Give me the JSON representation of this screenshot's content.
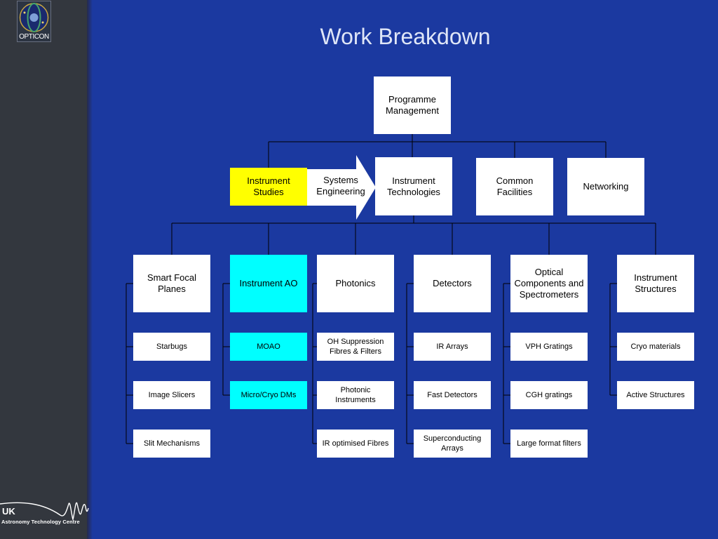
{
  "slide": {
    "title": "Work Breakdown",
    "logo_text": "OPTICON",
    "footer_logo": {
      "line1": "UK",
      "line2": "Astronomy Technology Centre"
    }
  },
  "boxes": {
    "programme": "Programme Management",
    "instrument_studies": "Instrument Studies",
    "systems_engineering": "Systems Engineering",
    "instrument_technologies": "Instrument Technologies",
    "common_facilities": "Common Facilities",
    "networking": "Networking",
    "smart_focal_planes": "Smart Focal Planes",
    "instrument_ao": "Instrument AO",
    "photonics": "Photonics",
    "detectors": "Detectors",
    "optical_components": "Optical Components and Spectrometers",
    "instrument_structures": "Instrument Structures",
    "starbugs": "Starbugs",
    "image_slicers": "Image Slicers",
    "slit_mechanisms": "Slit Mechanisms",
    "moao": "MOAO",
    "micro_cryo_dms": "Micro/Cryo DMs",
    "oh_suppression": "OH Suppression Fibres & Filters",
    "photonic_instruments": "Photonic Instruments",
    "ir_optimised_fibres": "IR optimised Fibres",
    "ir_arrays": "IR Arrays",
    "fast_detectors": "Fast Detectors",
    "superconducting_arrays": "Superconducting Arrays",
    "vph_gratings": "VPH Gratings",
    "cgh_gratings": "CGH gratings",
    "large_format_filters": "Large format filters",
    "cryo_materials": "Cryo materials",
    "active_structures": "Active Structures"
  },
  "colors": {
    "background": "#1b39a0",
    "highlight_yellow": "#ffff00",
    "highlight_cyan": "#00ffff"
  }
}
